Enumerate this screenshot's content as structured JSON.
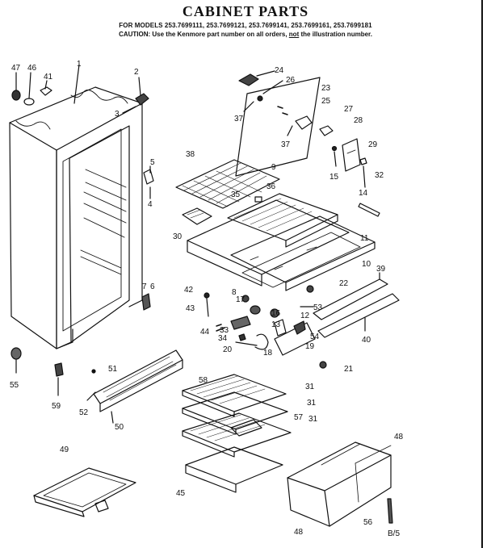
{
  "header": {
    "title": "CABINET PARTS",
    "models_line": "FOR MODELS 253.7699111, 253.7699121, 253.7699141, 253.7699161, 253.7699181",
    "caution_label": "CAUTION:",
    "caution_text_1": "Use the Kenmore part number on all orders,",
    "caution_not": "not",
    "caution_text_2": "the illustration number."
  },
  "callouts": {
    "c1": "1",
    "c2": "2",
    "c3": "3",
    "c4": "4",
    "c5": "5",
    "c6": "6",
    "c7": "7",
    "c8": "8",
    "c9": "9",
    "c10": "10",
    "c11": "11",
    "c12": "12",
    "c13": "13",
    "c14": "14",
    "c15": "15",
    "c16": "16",
    "c17": "17",
    "c18": "18",
    "c19": "19",
    "c20": "20",
    "c21": "21",
    "c22": "22",
    "c23": "23",
    "c24": "24",
    "c25": "25",
    "c26": "26",
    "c27": "27",
    "c28": "28",
    "c29": "29",
    "c30": "30",
    "c31a": "31",
    "c31b": "31",
    "c31c": "31",
    "c32": "32",
    "c33": "33",
    "c34": "34",
    "c35": "35",
    "c36": "36",
    "c37a": "37",
    "c37b": "37",
    "c38": "38",
    "c39": "39",
    "c40": "40",
    "c41": "41",
    "c42": "42",
    "c43": "43",
    "c44": "44",
    "c45": "45",
    "c46": "46",
    "c47": "47",
    "c48a": "48",
    "c48b": "48",
    "c49": "49",
    "c50": "50",
    "c51": "51",
    "c52": "52",
    "c53": "53",
    "c54": "54",
    "c55": "55",
    "c56": "56",
    "c57": "57",
    "c58": "58",
    "c59": "59"
  },
  "footer": {
    "page_ref": "B/5"
  }
}
